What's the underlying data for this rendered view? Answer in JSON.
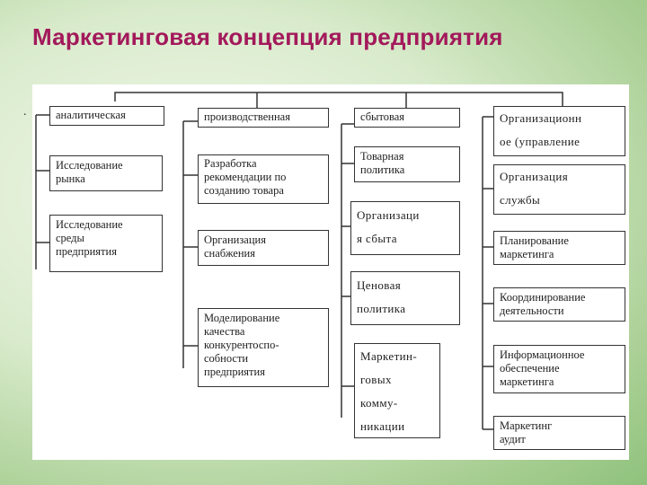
{
  "title": "Маркетинговая концепция предприятия",
  "bullet": ".",
  "diagram": {
    "col1": [
      "аналитическая",
      "Исследование\nрынка",
      "Исследование\nсреды\nпредприятия"
    ],
    "col2": [
      "производственная",
      "Разработка\nрекомендации по\nсозданию товара",
      "Организация\nснабжения",
      "Моделирование\nкачества\nконкурентоспо-\nсобности\nпредприятия"
    ],
    "col3": [
      "сбытовая",
      "Товарная\nполитика",
      "Организаци\nя сбыта",
      "Ценовая\nполитика",
      "Маркетин-\nговых\nкомму-\nникации"
    ],
    "col4": [
      "Организационн\nое (управление",
      "Организация\nслужбы",
      "Планирование\nмаркетинга",
      "Координирование\nдеятельности",
      "Информационное\nобеспечение\nмаркетинга",
      "Маркетинг\nаудит"
    ]
  }
}
